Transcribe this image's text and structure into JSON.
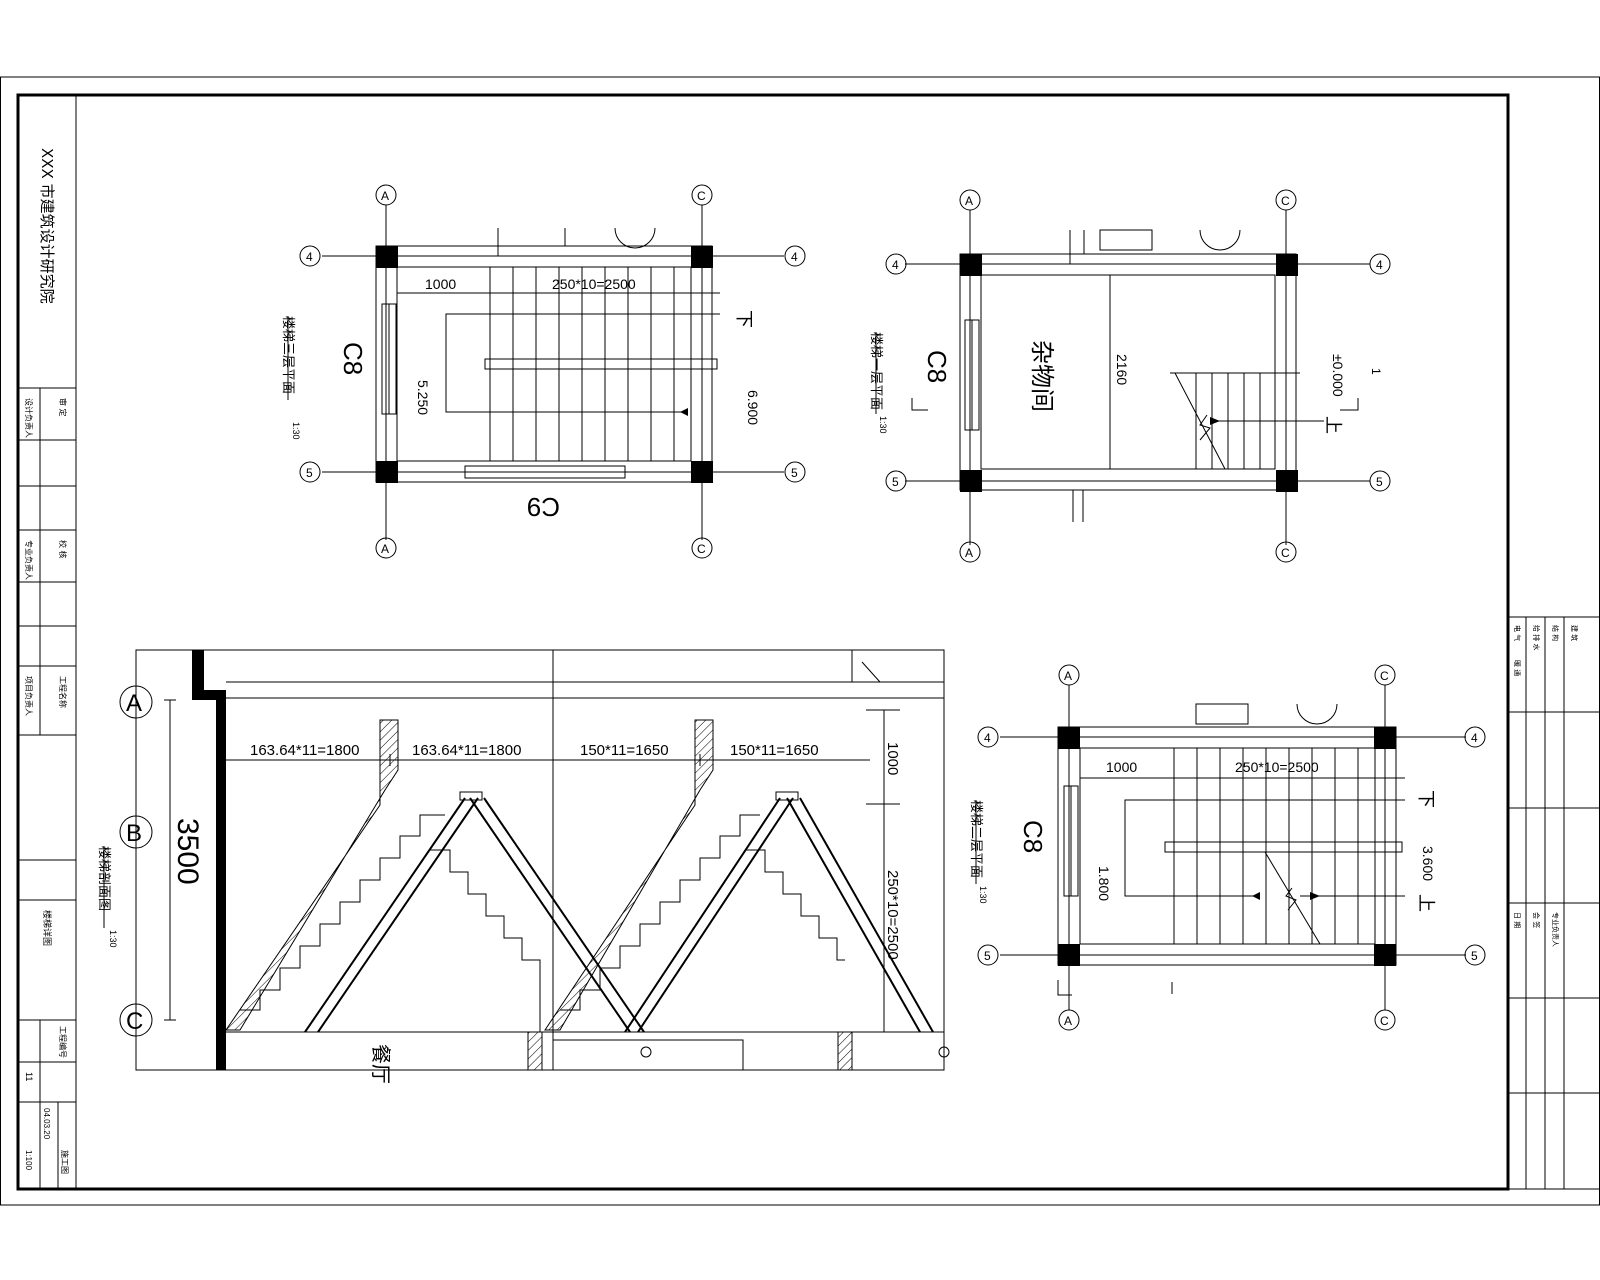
{
  "title_block": {
    "institute": "XXX 市建筑设计研究院",
    "rows": [
      "审 定",
      "校 核",
      "设计负责人",
      "专业负责人",
      "项目负责人"
    ],
    "project_label": "工程名称",
    "drawing_name": "楼梯详图",
    "drawing_no_label": "工程编号",
    "sheet": "11",
    "stage": "施工图",
    "date": "04.03.20",
    "scale": "1:100"
  },
  "right_block": {
    "rows": [
      "建 筑",
      "结 构",
      "给 排 水",
      "电 气",
      "暖 通"
    ],
    "rows2": [
      "专业负责人",
      "会 签",
      "日 期"
    ]
  },
  "plan_third": {
    "title": "楼梯三层平面",
    "scale": "1:30",
    "axes": [
      "A",
      "C",
      "4",
      "5"
    ],
    "dim_landing": "1000",
    "dim_steps": "250*10=2500",
    "level_left": "5.250",
    "level_right": "6.900",
    "down": "下",
    "window_left": "C8",
    "window_bottom": "C9"
  },
  "plan_first": {
    "title": "楼梯一层平面",
    "scale": "1:30",
    "axes": [
      "A",
      "C",
      "4",
      "5"
    ],
    "room": "杂物间",
    "dim": "2160",
    "level": "±0.000",
    "up": "上",
    "section_mark": "1",
    "window_left": "C8"
  },
  "plan_second": {
    "title": "楼梯二层平面",
    "scale": "1:30",
    "axes": [
      "A",
      "C",
      "4",
      "5"
    ],
    "dim_landing": "1000",
    "dim_steps": "250*10=2500",
    "level_left": "1.800",
    "level_right": "3.600",
    "down": "下",
    "up": "上",
    "window_left": "C8"
  },
  "section": {
    "title": "楼梯剖面图",
    "scale": "1:30",
    "axes": [
      "A",
      "B",
      "C"
    ],
    "dim_total": "3500",
    "dims_top": [
      "163.64*11=1800",
      "163.64*11=1800",
      "150*11=1650",
      "150*11=1650"
    ],
    "dim_right_top": "1000",
    "dim_right": "250*10=2500",
    "room": "餐厅"
  }
}
